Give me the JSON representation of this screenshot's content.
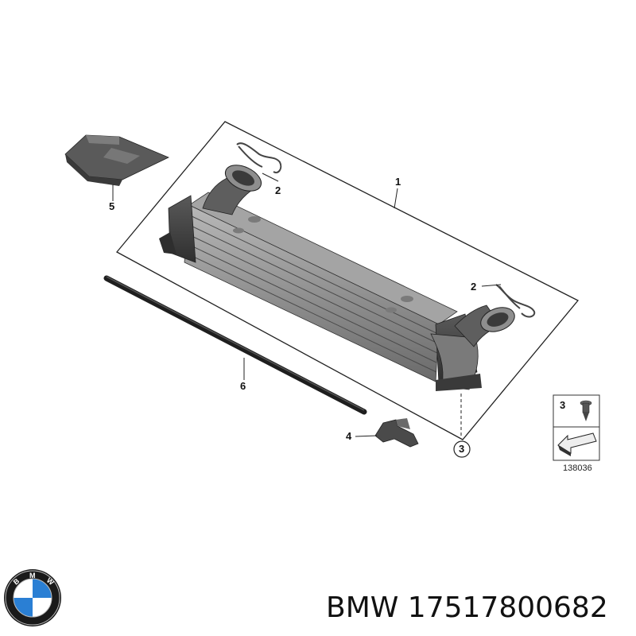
{
  "callouts": {
    "c1": "1",
    "c2_top": "2",
    "c2_right": "2",
    "c3": "3",
    "c4": "4",
    "c5": "5",
    "c6": "6"
  },
  "legend": {
    "item_number": "3",
    "reference_code": "138036"
  },
  "brand": {
    "logo_letters": [
      "B",
      "M",
      "W"
    ],
    "caption": "BMW 17517800682"
  },
  "colors": {
    "part_dark": "#3c3c3c",
    "part_mid": "#6e6e6e",
    "part_light": "#a9a9a9",
    "logo_blue": "#2a7fd4"
  }
}
